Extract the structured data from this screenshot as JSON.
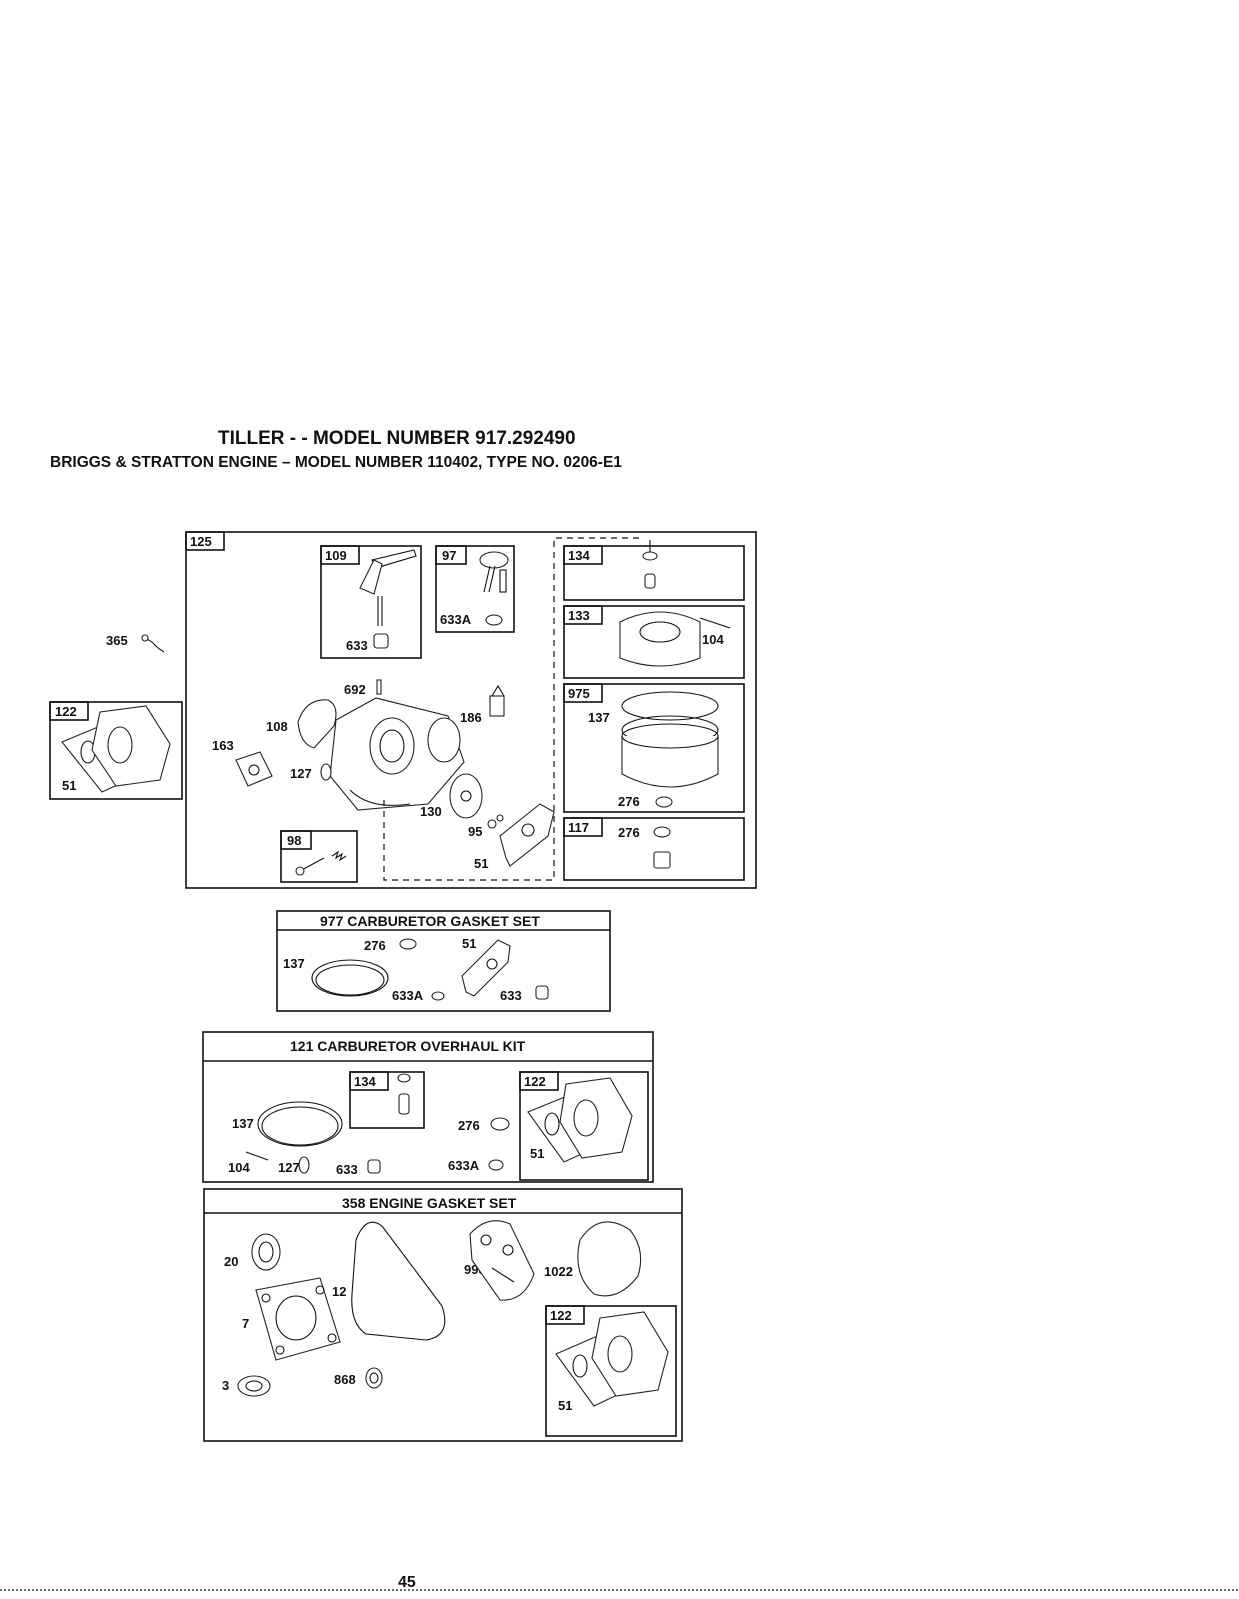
{
  "header": {
    "title": "TILLER - - MODEL NUMBER 917.292490",
    "subtitle": "BRIGGS & STRATTON ENGINE – MODEL NUMBER 110402, TYPE NO. 0206-E1"
  },
  "carburetor_assembly": {
    "box_label": "125",
    "part_labels": {
      "p365": "365",
      "p122": "122",
      "p51": "51",
      "p109": "109",
      "p633": "633",
      "p97": "97",
      "p633a": "633A",
      "p692": "692",
      "p108": "108",
      "p163": "163",
      "p186": "186",
      "p127": "127",
      "p130": "130",
      "p95": "95",
      "p51b": "51",
      "p98": "98"
    },
    "side_boxes": {
      "p134": "134",
      "p133": "133",
      "p104": "104",
      "p975": "975",
      "p137": "137",
      "p276": "276",
      "p117": "117",
      "p276b": "276"
    }
  },
  "carburetor_gasket_set": {
    "header": "977 CARBURETOR  GASKET SET",
    "labels": {
      "p276": "276",
      "p51": "51",
      "p137": "137",
      "p633a": "633A",
      "p633": "633"
    }
  },
  "carburetor_overhaul_kit": {
    "header": "121 CARBURETOR OVERHAUL KIT",
    "labels": {
      "p134": "134",
      "p122": "122",
      "p137": "137",
      "p276": "276",
      "p51": "51",
      "p104": "104",
      "p127": "127",
      "p633": "633",
      "p633a": "633A"
    }
  },
  "engine_gasket_set": {
    "header": "358 ENGINE GASKET SET",
    "labels": {
      "p20": "20",
      "p993": "993",
      "p1022": "1022",
      "p12": "12",
      "p7": "7",
      "p122": "122",
      "p3": "3",
      "p868": "868",
      "p51": "51"
    }
  },
  "footer": {
    "page_number": "45"
  }
}
